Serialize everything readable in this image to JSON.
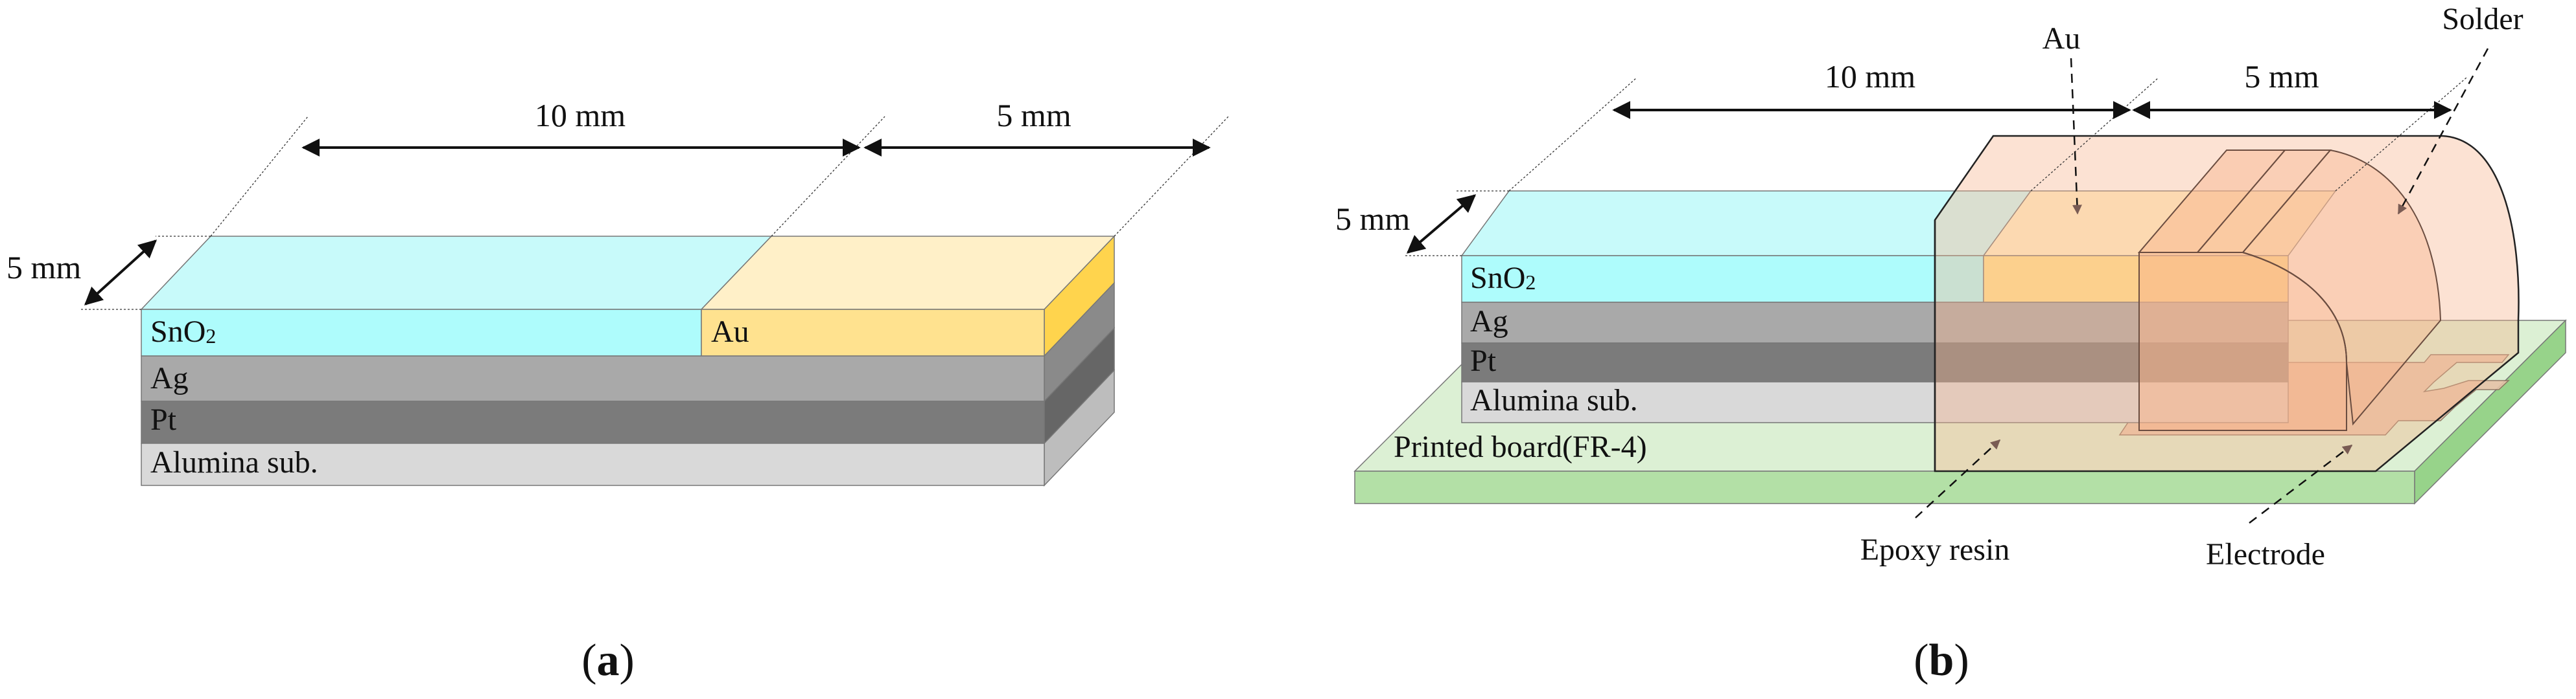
{
  "colors": {
    "sno2": "#aefcfc",
    "sno2_top": "#c8fafa",
    "au_front": "#ffe28f",
    "au_top": "#fff0c8",
    "au_side": "#ffd44d",
    "ag": "#a9a9a9",
    "ag_side": "#8a8a8a",
    "pt": "#7b7b7b",
    "pt_side": "#666666",
    "alumina": "#d9d9d9",
    "alumina_side": "#bdbdbd",
    "board_front": "#b3e0a6",
    "board_top": "#dcf0d4",
    "board_side": "#97d38a",
    "epoxy": "#f8b48c",
    "electrode": "#e6c3a8",
    "leader_arrow": "#7a5c54"
  },
  "panel_a": {
    "dim_length": "10 mm",
    "dim_au": "5 mm",
    "dim_width": "5 mm",
    "layers": {
      "sno2": "SnO",
      "au": "Au",
      "ag": "Ag",
      "pt": "Pt",
      "alumina": "Alumina sub."
    },
    "caption": {
      "open": "(",
      "letter": "a",
      "close": ")"
    }
  },
  "panel_b": {
    "dim_length": "10 mm",
    "dim_au": "5 mm",
    "dim_width": "5 mm",
    "layers": {
      "sno2": "SnO",
      "ag": "Ag",
      "pt": "Pt",
      "alumina": "Alumina sub."
    },
    "board": "Printed board(FR-4)",
    "callouts": {
      "au": "Au",
      "solder": "Solder",
      "epoxy": "Epoxy resin",
      "electrode": "Electrode"
    },
    "caption": {
      "open": "(",
      "letter": "b",
      "close": ")"
    }
  },
  "subscript_2": "2"
}
